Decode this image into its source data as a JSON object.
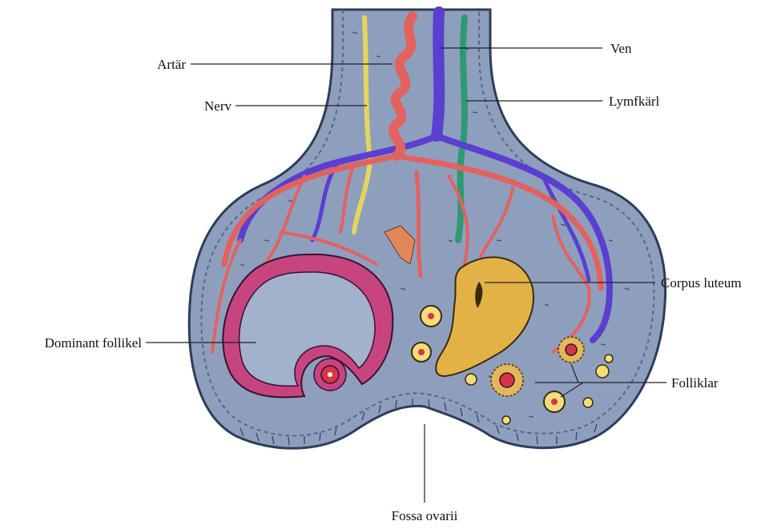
{
  "labels": {
    "artar": "Artär",
    "nerv": "Nerv",
    "ven": "Ven",
    "lymfkarl": "Lymfkärl",
    "corpus_luteum": "Corpus luteum",
    "dominant_follikel": "Dominant follikel",
    "folliklar": "Folliklar",
    "fossa_ovarii": "Fossa ovarii"
  },
  "colors": {
    "background": "#ffffff",
    "stroma": "#8e9fbe",
    "stroma_dark": "#7486a8",
    "capsule": "#5d6f8f",
    "artery": "#e2625f",
    "vein": "#5a3fd0",
    "lymph": "#2f9a72",
    "nerve": "#e6d55c",
    "corpus_luteum": "#e3b247",
    "dominant_follicle_wall": "#c7457f",
    "oocyte": "#d63545"
  }
}
